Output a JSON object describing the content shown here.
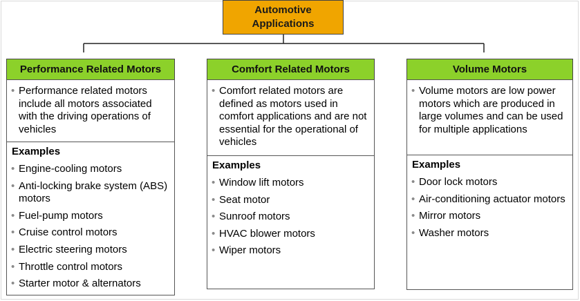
{
  "root": {
    "line1": "Automotive",
    "line2": "Applications"
  },
  "columns": [
    {
      "title": "Performance Related Motors",
      "intro": "Performance related motors include all motors associated with the driving operations of vehicles",
      "examples_title": "Examples",
      "examples": [
        "Engine-cooling motors",
        "Anti-locking brake system (ABS)  motors",
        "Fuel-pump motors",
        "Cruise control motors",
        "Electric steering motors",
        "Throttle control motors",
        "Starter motor & alternators"
      ]
    },
    {
      "title": "Comfort Related Motors",
      "intro": "Comfort related motors are defined as motors used in comfort applications and are not essential for the operational of vehicles",
      "examples_title": "Examples",
      "examples": [
        "Window lift motors",
        "Seat motor",
        "Sunroof motors",
        "HVAC blower motors",
        "Wiper motors"
      ]
    },
    {
      "title": "Volume Motors",
      "intro": "Volume motors are low power motors which are produced in large volumes and can be used for multiple applications",
      "examples_title": "Examples",
      "examples": [
        "Door lock motors",
        "Air-conditioning actuator motors",
        "Mirror motors",
        "Washer motors"
      ]
    }
  ],
  "colors": {
    "root_fill": "#f0a500",
    "header_fill": "#8cd12a",
    "bullet": "#8a8a8a"
  }
}
